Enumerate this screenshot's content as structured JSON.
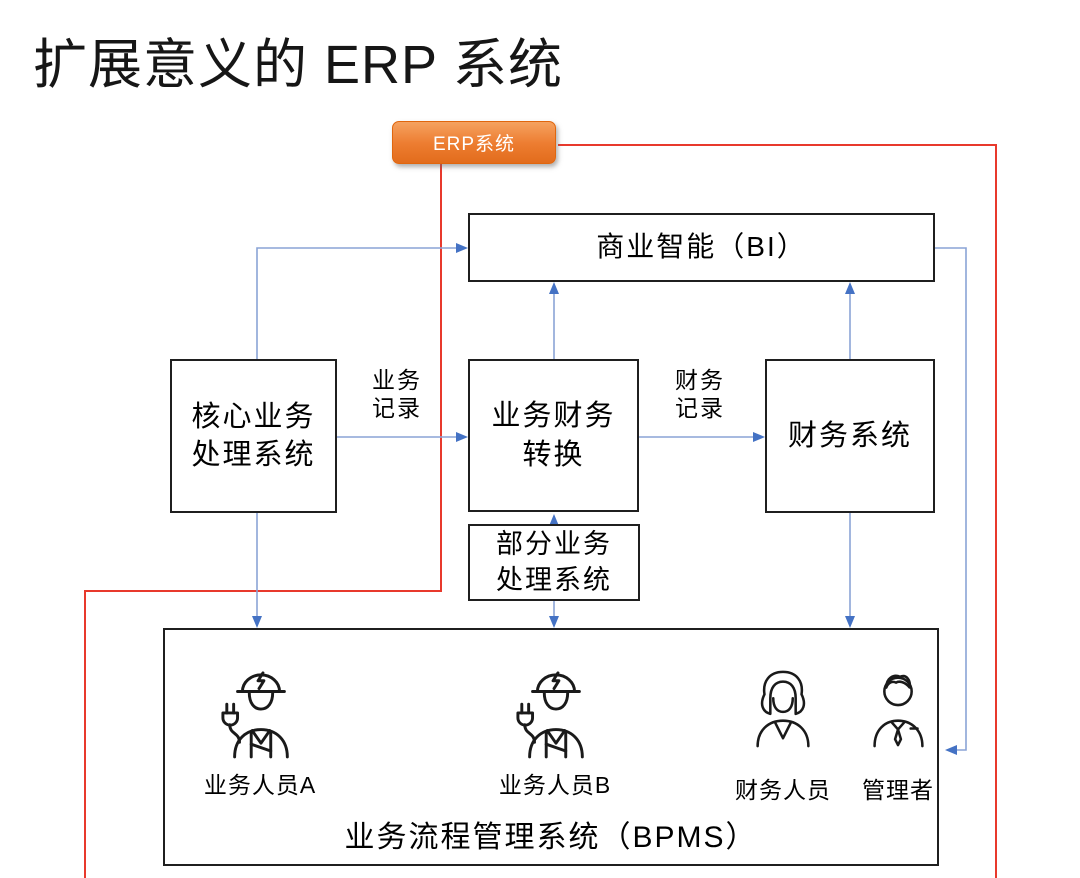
{
  "title": "扩展意义的 ERP 系统",
  "colors": {
    "erp_orange": "#ed7d31",
    "loop_red": "#e8392c",
    "connector_blue": "#8aa4d6",
    "arrowhead_blue": "#4472c4",
    "box_border": "#1f1f1f"
  },
  "erp_tag": {
    "label": "ERP系统"
  },
  "nodes": {
    "bi": {
      "label": "商业智能（BI）"
    },
    "core": {
      "line1": "核心业务",
      "line2": "处理系统"
    },
    "convert": {
      "line1": "业务财务",
      "line2": "转换"
    },
    "finance": {
      "label": "财务系统"
    },
    "partial": {
      "line1": "部分业务",
      "line2": "处理系统"
    },
    "bpms": {
      "label": "业务流程管理系统（BPMS）"
    }
  },
  "edge_labels": {
    "business_record": {
      "line1": "业务",
      "line2": "记录"
    },
    "finance_record": {
      "line1": "财务",
      "line2": "记录"
    }
  },
  "people": [
    {
      "label": "业务人员A",
      "icon": "worker-icon"
    },
    {
      "label": "业务人员B",
      "icon": "worker-icon"
    },
    {
      "label": "财务人员",
      "icon": "finance-staff-icon"
    },
    {
      "label": "管理者",
      "icon": "manager-icon"
    }
  ]
}
